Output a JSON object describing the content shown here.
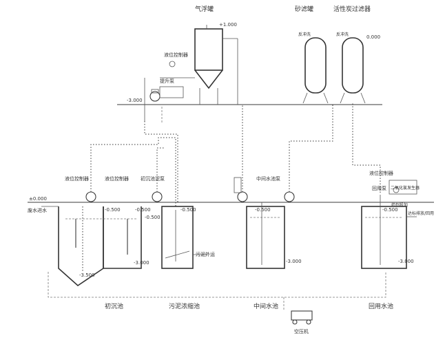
{
  "labels": {
    "air_float_tank": "气浮罐",
    "sand_filter": "砂滤罐",
    "carbon_filter": "活性炭过滤器",
    "primary_settling_tank": "初沉池",
    "sludge_thickening_tank": "污泥浓缩池",
    "intermediate_tank": "中间水池",
    "reuse_tank": "回用水池",
    "air_compressor": "空压机",
    "level_ctrl_1": "液位控制器",
    "level_ctrl_2": "液位控制器",
    "level_ctrl_3": "液位控制器",
    "level_ctrl_top": "液位控制器",
    "lift_pump": "提升泵",
    "sludge_pump_1": "初沉池泥泵",
    "sludge_pump_2": "中间水池泵",
    "reuse_pump": "回用泵",
    "dosing": "二氧化氯发生器",
    "inflow": "废水进水",
    "sludge_out": "污泥外运",
    "reuse_out": "达标排放/回用",
    "dosing_note": "药剂投加",
    "tag_filter_1": "反冲洗",
    "tag_filter_2": "反冲洗"
  },
  "elevations": {
    "top": "+1.000",
    "right_top": "0.000",
    "platform": "-3.000",
    "ground": "±0.000",
    "e1": "-0.500",
    "e2": "-0.500",
    "e3": "-0.500",
    "e4": "-0.500",
    "e5": "-0.500",
    "e6": "-0.500",
    "b1": "-3.000",
    "b2": "-3.500",
    "b3": "-3.000",
    "b4": "-3.000"
  }
}
